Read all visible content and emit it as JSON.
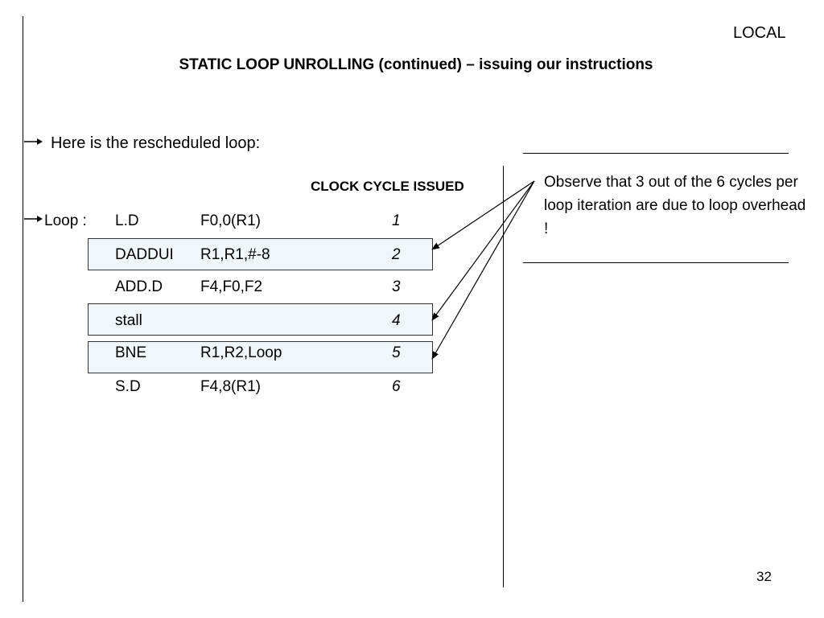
{
  "slide": {
    "corner_label": "LOCAL",
    "title": "STATIC LOOP UNROLLING (continued) – issuing our instructions",
    "intro": "Here is the rescheduled loop:",
    "column_header": "CLOCK CYCLE ISSUED",
    "loop_label": "Loop :",
    "rows": [
      {
        "op": "L.D",
        "args": "F0,0(R1)",
        "cycle": "1",
        "highlight": false
      },
      {
        "op": "DADDUI",
        "args": "R1,R1,#-8",
        "cycle": "2",
        "highlight": true
      },
      {
        "op": "ADD.D",
        "args": "F4,F0,F2",
        "cycle": "3",
        "highlight": false
      },
      {
        "op": "stall",
        "args": "",
        "cycle": "4",
        "highlight": true
      },
      {
        "op": "BNE",
        "args": "R1,R2,Loop",
        "cycle": "5",
        "highlight": true
      },
      {
        "op": "S.D",
        "args": "F4,8(R1)",
        "cycle": "6",
        "highlight": false
      }
    ],
    "note": "Observe that 3 out of the 6 cycles per loop iteration are due to loop overhead !",
    "page_number": "32",
    "icons": [
      "arrow-right-icon"
    ],
    "colors": {
      "highlight_fill": "#f0f6fa",
      "line": "#000000"
    }
  }
}
